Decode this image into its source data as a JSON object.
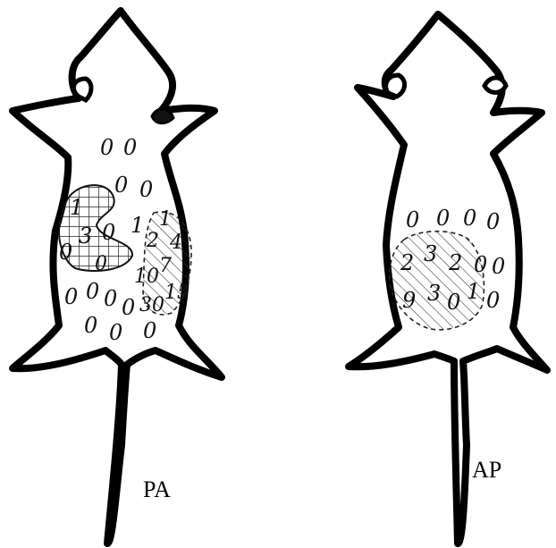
{
  "panels": [
    {
      "id": "pa",
      "label": "PA",
      "counts": [
        "0",
        "0",
        "0",
        "0",
        "1",
        "3",
        "0",
        "1",
        "0",
        "1",
        "2",
        "4",
        "0",
        "10",
        "7",
        "0",
        "15",
        "0",
        "0",
        "0",
        "30",
        "0",
        "0",
        "0"
      ]
    },
    {
      "id": "ap",
      "label": "AP",
      "counts": [
        "0",
        "0",
        "0",
        "0",
        "2",
        "3",
        "2",
        "0",
        "0",
        "9",
        "3",
        "0",
        "1",
        "0"
      ]
    }
  ],
  "colors": {
    "ink": "#111111",
    "background": "#ffffff"
  }
}
